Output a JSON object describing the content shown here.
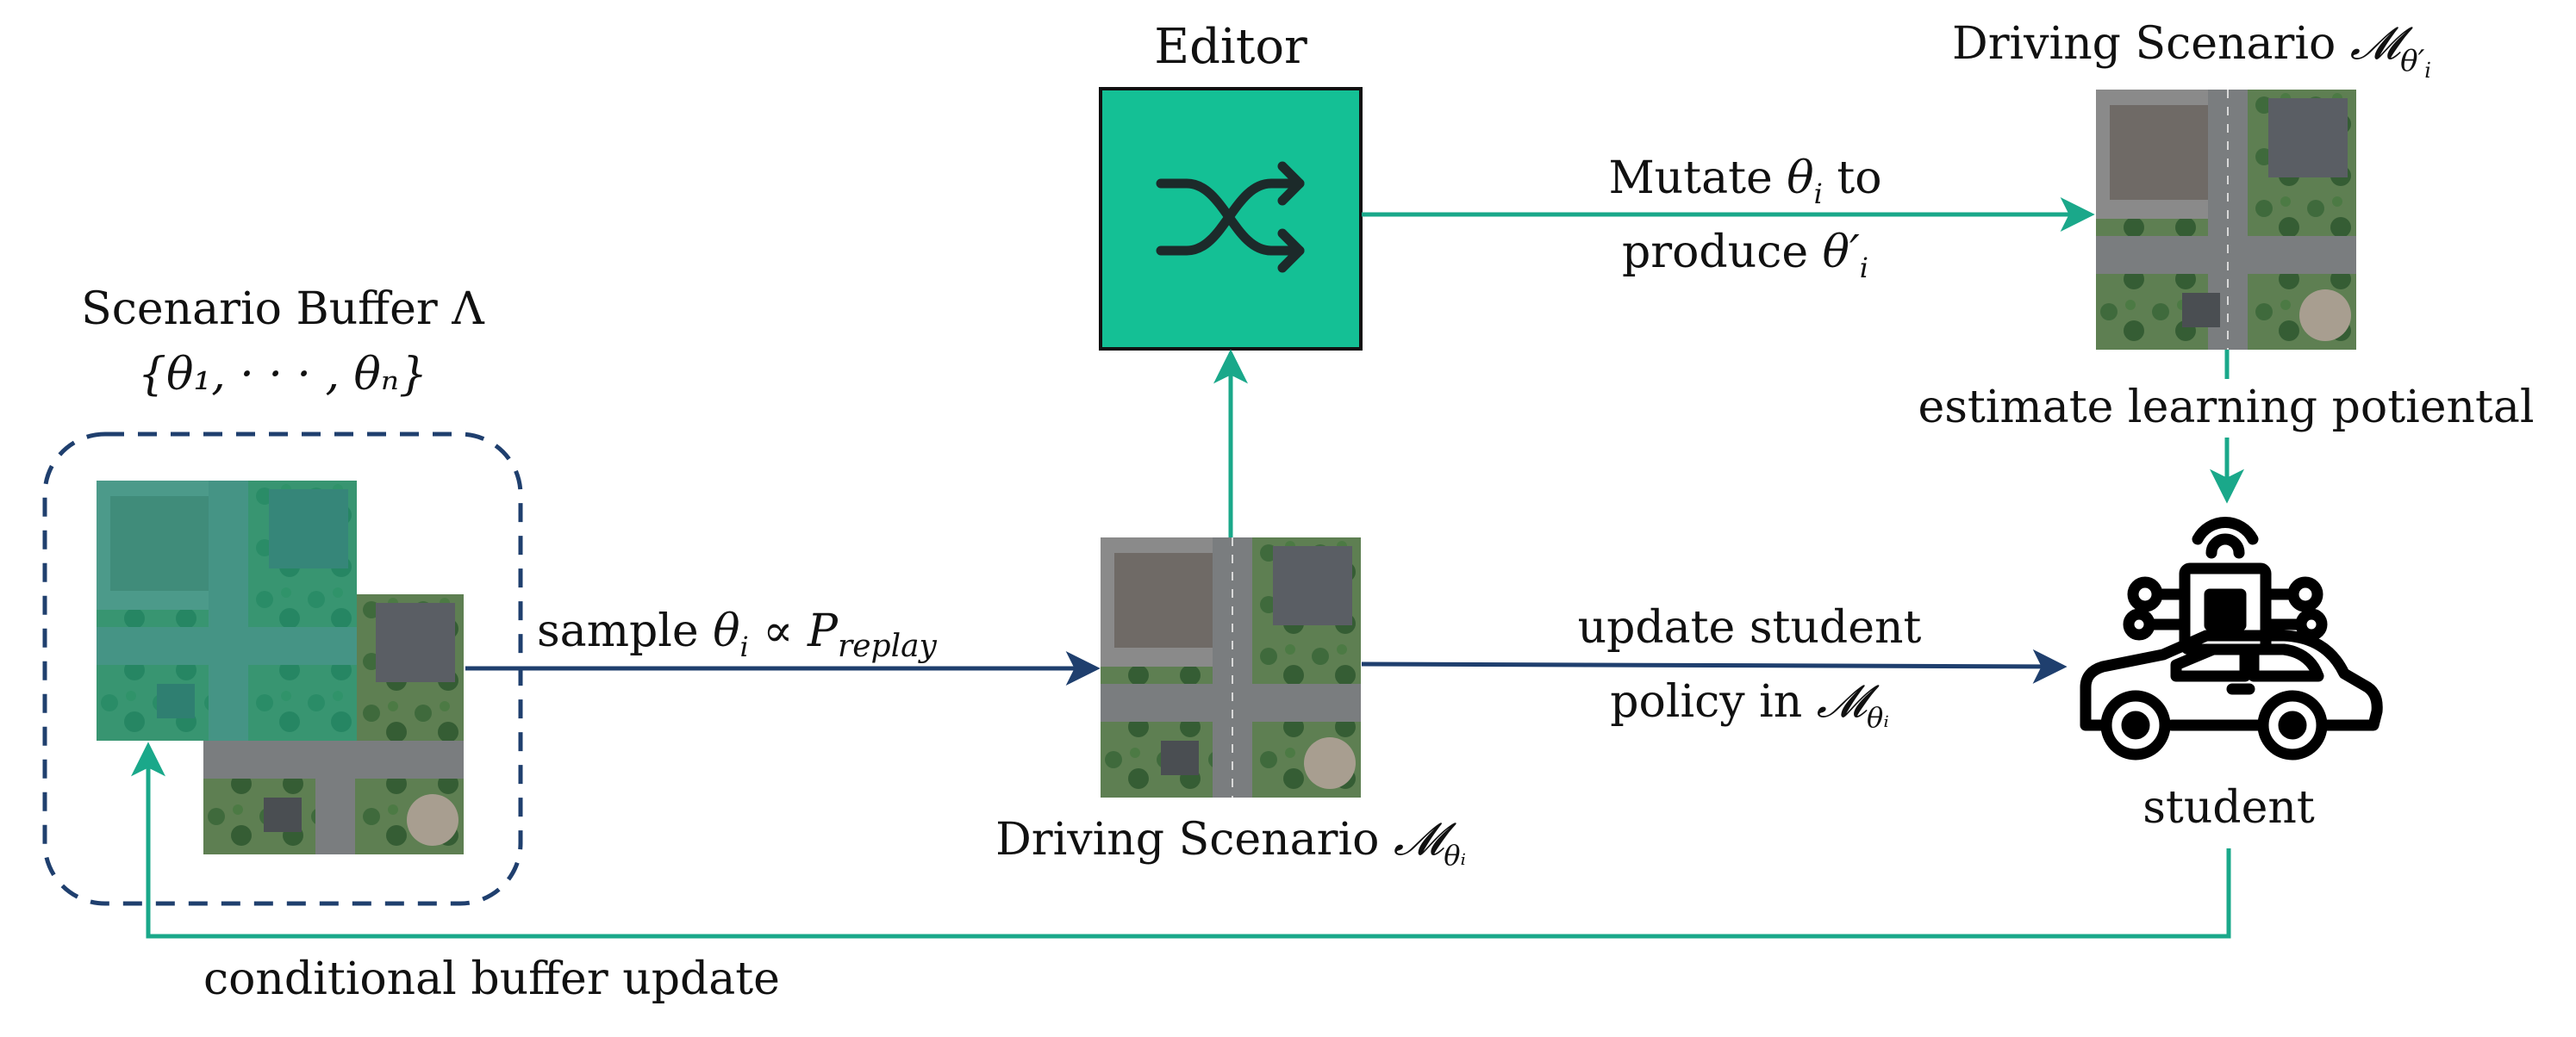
{
  "colors": {
    "teal": "#1aa88a",
    "teal_box": "#14c095",
    "navy": "#1f3f6e",
    "icon": "#1c2a2a"
  },
  "editor": {
    "title": "Editor",
    "icon": "shuffle-icon"
  },
  "top_scenario": {
    "label_prefix": "Driving Scenario ",
    "math": "𝓜",
    "sub": "θ′",
    "sub2": "i"
  },
  "mutate": {
    "line1_a": "Mutate ",
    "line1_theta": "θ",
    "line1_i": "i",
    "line1_b": " to",
    "line2_a": "produce ",
    "line2_theta": "θ′",
    "line2_i": "i"
  },
  "estimate": {
    "label": "estimate learning potiental"
  },
  "buffer": {
    "title": "Scenario Buffer Λ",
    "set": "{θ₁, · · · , θₙ}"
  },
  "sample": {
    "a": "sample ",
    "theta": "θ",
    "i": "i",
    "prop": " ∝ ",
    "p": "P",
    "sub": "replay"
  },
  "mid_scenario": {
    "label_prefix": "Driving Scenario ",
    "math": "𝓜",
    "sub": "θᵢ"
  },
  "update": {
    "line1": "update student",
    "line2_a": "policy in ",
    "math": "𝓜",
    "sub": "θᵢ"
  },
  "student": {
    "label": "student",
    "icon": "autonomous-car-icon"
  },
  "conditional": {
    "label": "conditional buffer update"
  }
}
